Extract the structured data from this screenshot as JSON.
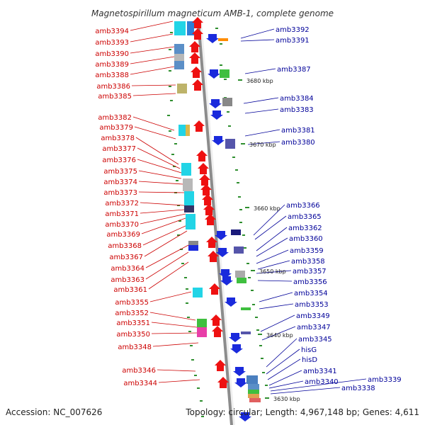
{
  "title": "Magnetospirillum magneticum AMB-1, complete genome",
  "footer": {
    "accession": "Accession: NC_007626",
    "topology": "Topology: circular; Length: 4,967,148 bp; Genes: 4,611"
  },
  "colors": {
    "left_label": "#cc0000",
    "right_label": "#000099",
    "backbone": "#8c8c8c",
    "tick": "#2f8f2f"
  },
  "scale_ticks": [
    "3680 kbp",
    "3670 kbp",
    "3660 kbp",
    "3650 kbp",
    "3640 kbp",
    "3630 kbp"
  ],
  "left_labels": [
    "amb3394",
    "amb3393",
    "amb3390",
    "amb3389",
    "amb3388",
    "amb3386",
    "amb3385",
    "amb3382",
    "amb3379",
    "amb3378",
    "amb3377",
    "amb3376",
    "amb3375",
    "amb3374",
    "amb3373",
    "amb3372",
    "amb3371",
    "amb3370",
    "amb3369",
    "amb3368",
    "amb3367",
    "amb3364",
    "amb3363",
    "amb3361",
    "amb3355",
    "amb3352",
    "amb3351",
    "amb3350",
    "amb3348",
    "amb3346",
    "amb3344"
  ],
  "right_labels": [
    "amb3392",
    "amb3391",
    "amb3387",
    "amb3384",
    "amb3383",
    "amb3381",
    "amb3380",
    "amb3366",
    "amb3365",
    "amb3362",
    "amb3360",
    "amb3359",
    "amb3358",
    "amb3357",
    "amb3356",
    "amb3354",
    "amb3353",
    "amb3349",
    "amb3347",
    "amb3345",
    "hisG",
    "hisD",
    "amb3341",
    "amb3340",
    "amb3339",
    "amb3338"
  ]
}
